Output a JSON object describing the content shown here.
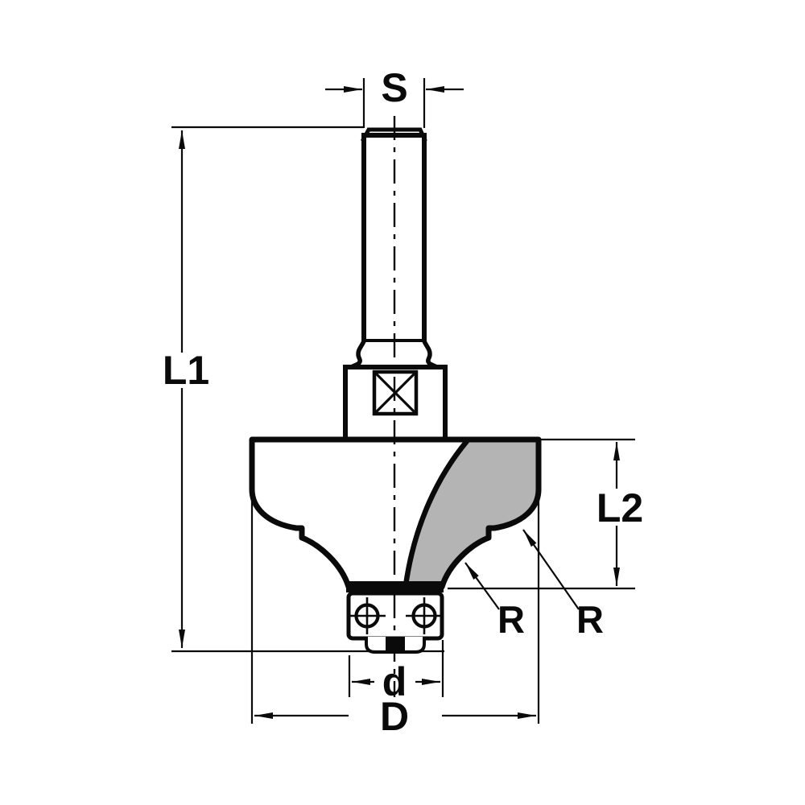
{
  "diagram": {
    "title": "router-bit-dimension-drawing",
    "labels": {
      "shank_diameter": "S",
      "overall_length": "L1",
      "cutting_length": "L2",
      "radius_left": "R",
      "radius_right": "R",
      "bearing_diameter": "d",
      "cutting_diameter": "D"
    },
    "colors": {
      "line": "#0a0a0a",
      "carbide_fill": "#b4b4b4",
      "background": "#ffffff"
    }
  }
}
